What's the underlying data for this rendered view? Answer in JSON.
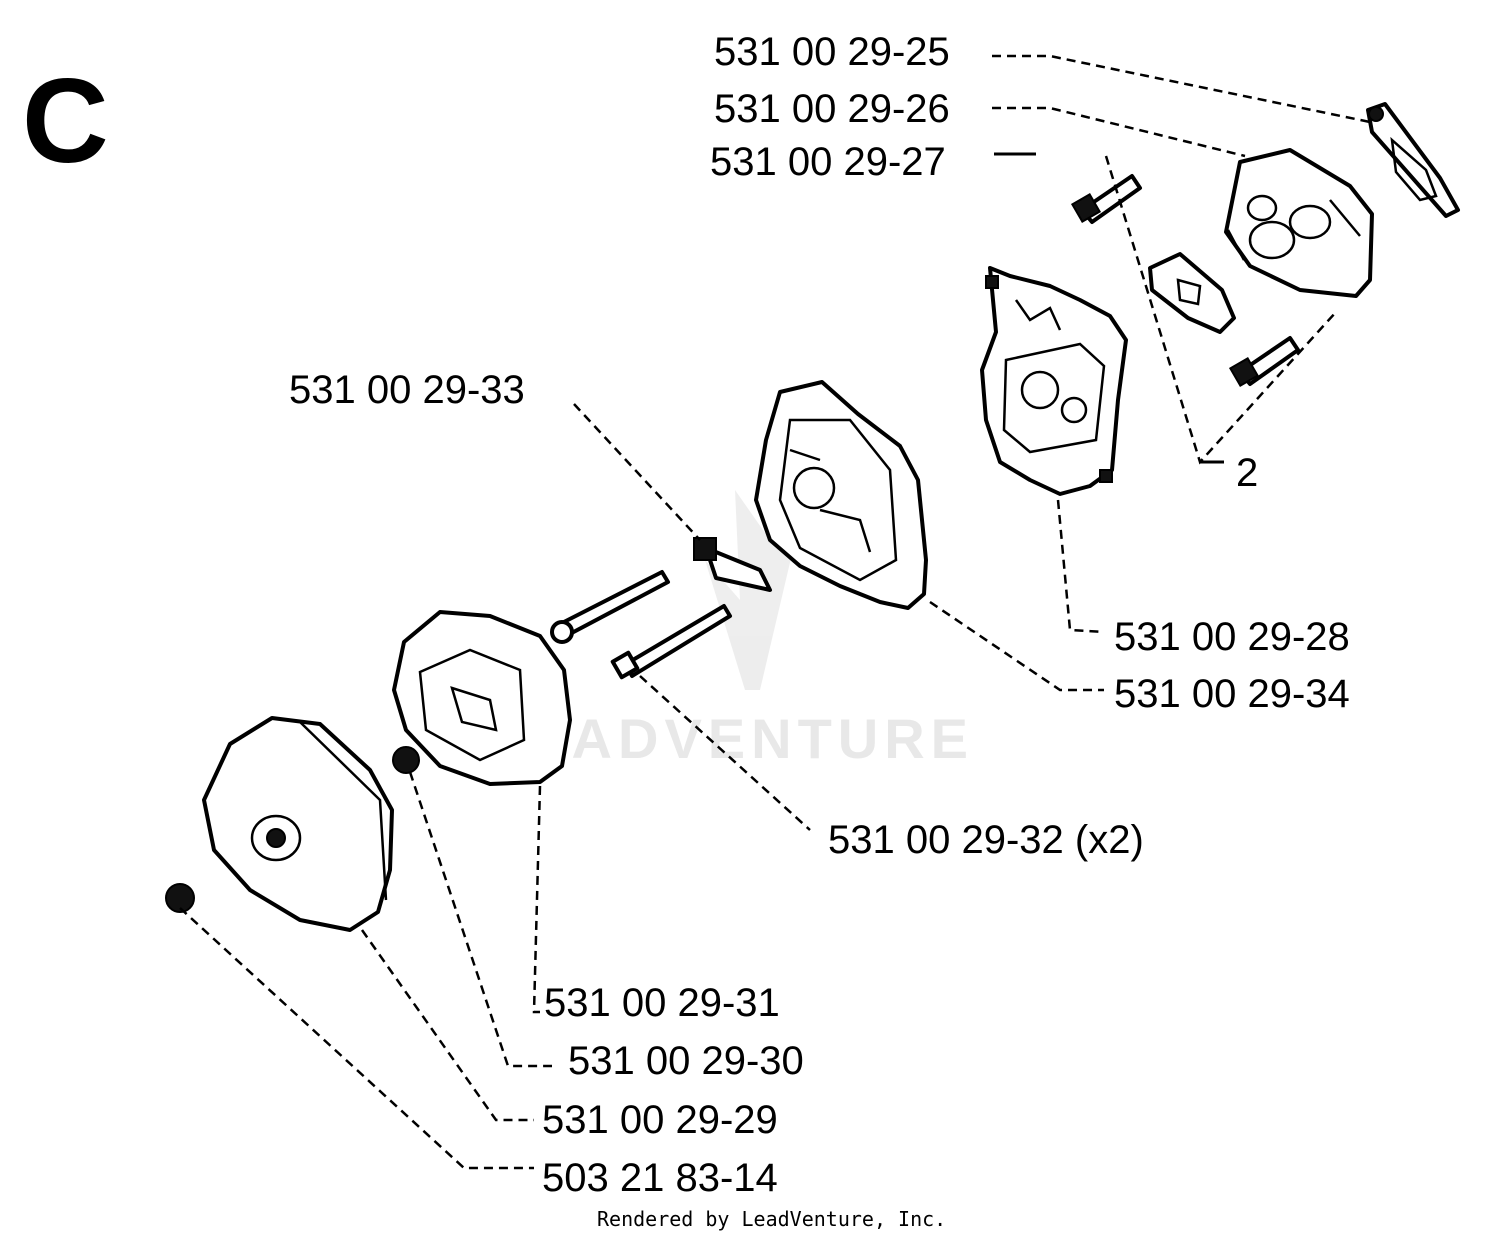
{
  "sheet_letter": "C",
  "watermark": "LEADVENTURE",
  "credit": "Rendered by LeadVenture, Inc.",
  "callouts": {
    "p25": "531 00 29-25",
    "p26": "531 00 29-26",
    "p27": "531 00 29-27",
    "p33": "531 00 29-33",
    "item2": "2",
    "p28": "531 00 29-28",
    "p34": "531 00 29-34",
    "p32": "531 00 29-32 (x2)",
    "p31": "531 00 29-31",
    "p30": "531 00 29-30",
    "p29": "531 00 29-29",
    "p14": "503 21 83-14"
  }
}
